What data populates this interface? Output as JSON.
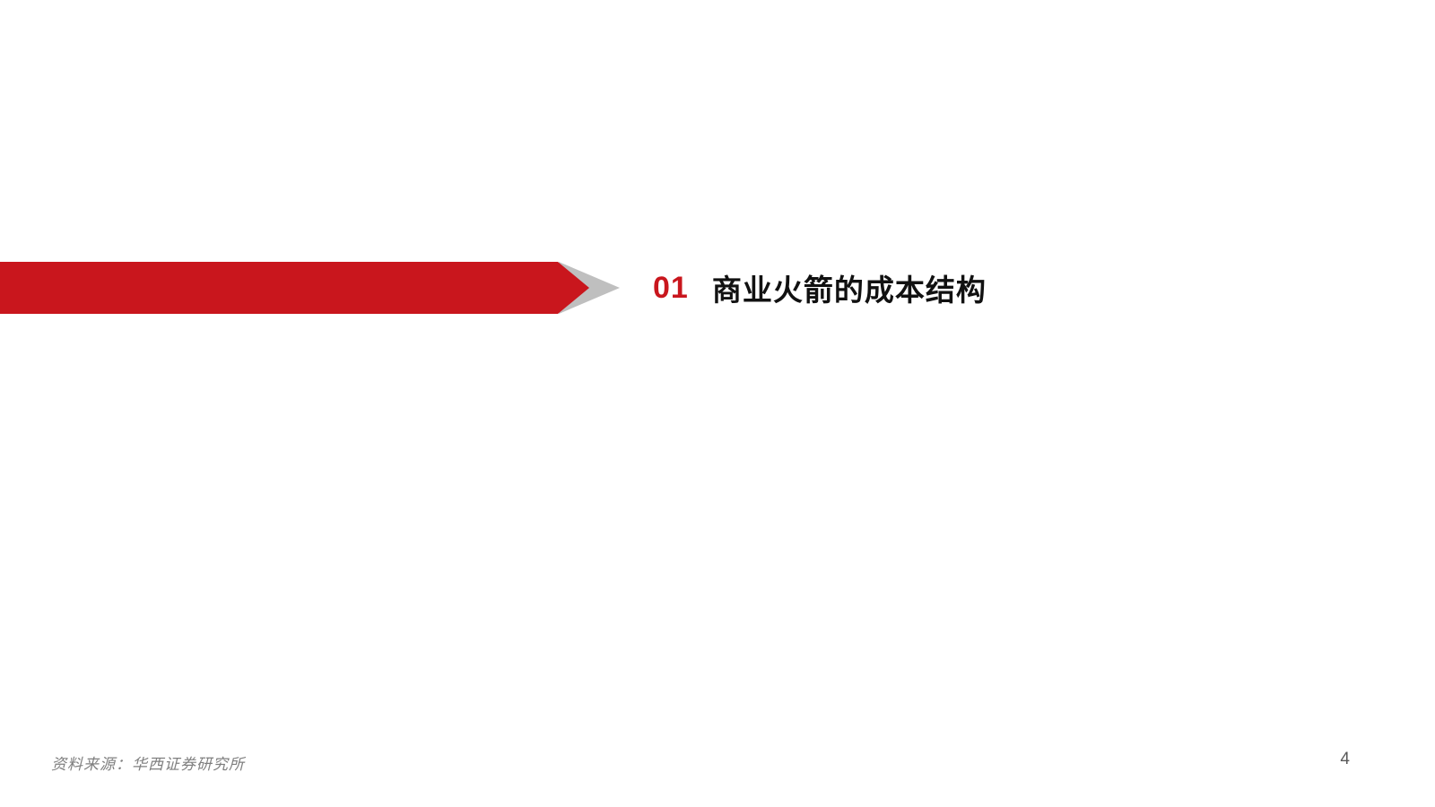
{
  "slide": {
    "banner": {
      "accent_color": "#c9161d",
      "chevron_color": "#bfbfbf"
    },
    "section_number": "01",
    "section_title": "商业火箭的成本结构",
    "footer": {
      "source_text": "资料来源：华西证券研究所",
      "page_number": "4"
    }
  }
}
